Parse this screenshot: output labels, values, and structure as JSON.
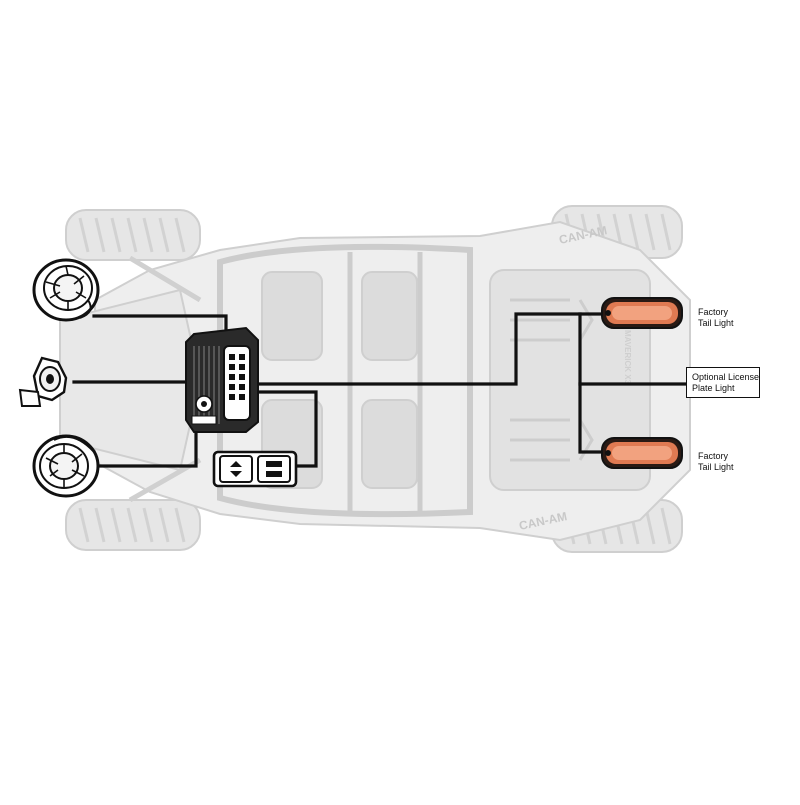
{
  "labels": {
    "tail_light_top": "Factory\nTail Light",
    "tail_light_bottom": "Factory\nTail Light",
    "license_plate_light": "Optional License\nPlate Light"
  },
  "vehicle_badges": {
    "brand_top": "CAN-AM",
    "brand_bottom": "CAN-AM",
    "model_rear": "MAVERICK X3"
  },
  "colors": {
    "wire": "#111111",
    "vehicle_ghost": "#d9d9d9",
    "vehicle_ghost_dark": "#c4c4c4",
    "tail_light_glow": "#e07a52",
    "tail_light_housing": "#2a1a14"
  },
  "components": [
    {
      "name": "headlight-left-top",
      "icon": "round-speaker-light-icon"
    },
    {
      "name": "horn",
      "icon": "horn-icon"
    },
    {
      "name": "headlight-left-bottom",
      "icon": "round-speaker-light-icon"
    },
    {
      "name": "controller",
      "icon": "control-module-icon"
    },
    {
      "name": "switch",
      "icon": "rocker-switch-icon"
    },
    {
      "name": "tail-light-top",
      "icon": "tail-light-icon"
    },
    {
      "name": "tail-light-bottom",
      "icon": "tail-light-icon"
    }
  ]
}
